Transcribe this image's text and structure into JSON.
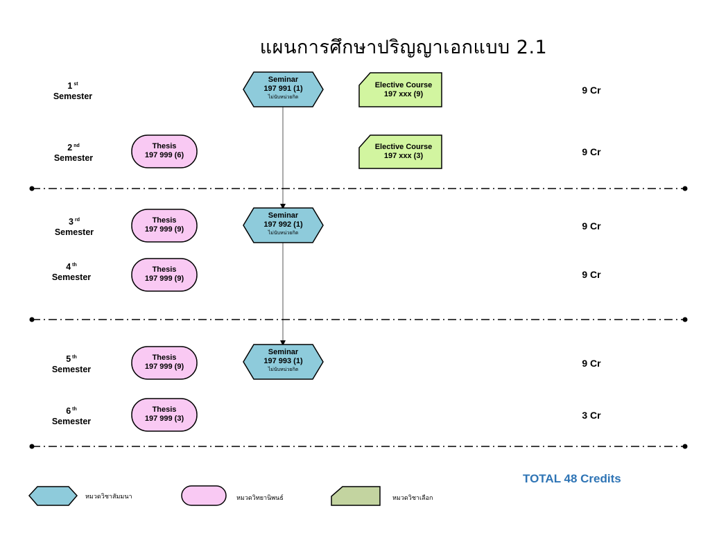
{
  "title": "แผนการศึกษาปริญญาเอกแบบ 2.1",
  "semesters": [
    {
      "num": "1",
      "sup": "st",
      "label": "Semester",
      "credits": "9 Cr"
    },
    {
      "num": "2",
      "sup": "nd",
      "label": "Semester",
      "credits": "9 Cr"
    },
    {
      "num": "3",
      "sup": "rd",
      "label": "Semester",
      "credits": "9 Cr"
    },
    {
      "num": "4",
      "sup": "th",
      "label": "Semester",
      "credits": "9 Cr"
    },
    {
      "num": "5",
      "sup": "th",
      "label": "Semester",
      "credits": "9 Cr"
    },
    {
      "num": "6",
      "sup": "th",
      "label": "Semester",
      "credits": "3 Cr"
    }
  ],
  "seminars": [
    {
      "name": "Seminar",
      "code": "197 991 (1)",
      "note": "ไม่นับหน่วยกิต"
    },
    {
      "name": "Seminar",
      "code": "197 992 (1)",
      "note": "ไม่นับหน่วยกิต"
    },
    {
      "name": "Seminar",
      "code": "197 993 (1)",
      "note": "ไม่นับหน่วยกิต"
    }
  ],
  "theses": [
    {
      "name": "Thesis",
      "code": "197 999 (6)"
    },
    {
      "name": "Thesis",
      "code": "197 999 (9)"
    },
    {
      "name": "Thesis",
      "code": "197 999 (9)"
    },
    {
      "name": "Thesis",
      "code": "197 999 (9)"
    },
    {
      "name": "Thesis",
      "code": "197 999 (3)"
    }
  ],
  "electives": [
    {
      "name": "Elective Course",
      "code": "197 xxx (9)"
    },
    {
      "name": "Elective Course",
      "code": "197 xxx (3)"
    }
  ],
  "legend": {
    "seminar": "หมวดวิชาสัมมนา",
    "thesis": "หมวดวิทยานิพนธ์",
    "elective": "หมวดวิชาเลือก"
  },
  "total": "TOTAL 48 Credits",
  "colors": {
    "seminar_fill": "#8ecbdb",
    "thesis_fill": "#f9c9f3",
    "elective_fill": "#d2f5a0",
    "legend_elective_fill": "#c3d4a0",
    "total_text": "#2e74b5"
  }
}
